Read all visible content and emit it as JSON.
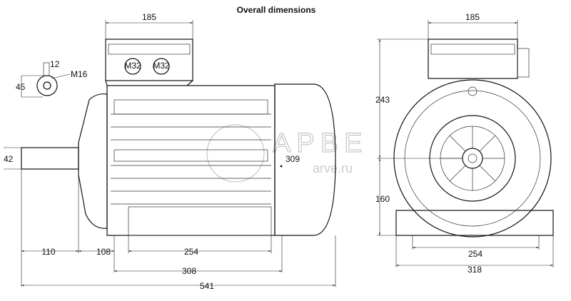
{
  "title": "Overall dimensions",
  "watermark": {
    "logo": "АРВЕ",
    "site": "arve.ru"
  },
  "side_view": {
    "shaft_key_width": "12",
    "shaft_key_height": "45",
    "thread": "M16",
    "shaft_diameter": "42",
    "terminal_box_width": "185",
    "overall_height_diameter": "309",
    "shaft_length": "110",
    "shaft_shoulder_to_foot": "108",
    "foot_hole_spacing": "254",
    "foot_length": "308",
    "overall_length": "541",
    "gland_labels": [
      "M32",
      "M32"
    ]
  },
  "front_view": {
    "terminal_box_width": "185",
    "total_height": "243",
    "shaft_height": "160",
    "foot_hole_spacing": "254",
    "foot_width": "318"
  }
}
